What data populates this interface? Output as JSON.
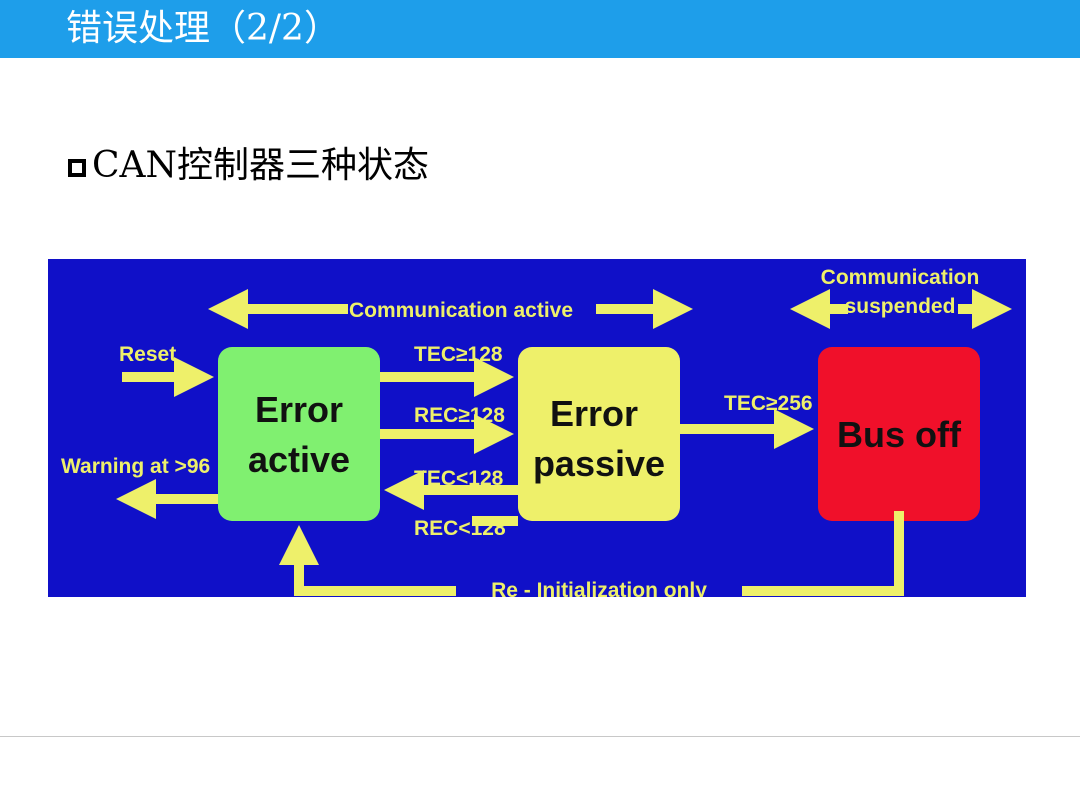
{
  "slide": {
    "title": "错误处理（2/2）",
    "bullet": "CAN控制器三种状态"
  },
  "diagram": {
    "background_color": "#1010c8",
    "arrow_color": "#eef06a",
    "states": {
      "error_active": {
        "line1": "Error",
        "line2": "active",
        "color": "#80f070"
      },
      "error_passive": {
        "line1": "Error",
        "line2": "passive",
        "color": "#eef06a"
      },
      "bus_off": {
        "label": "Bus off",
        "color": "#f0102a"
      }
    },
    "labels": {
      "communication_active": "Communication active",
      "communication_suspended_line1": "Communication",
      "communication_suspended_line2": "suspended",
      "reset": "Reset",
      "warning": "Warning at >96",
      "tec_ge_128": "TEC≥128",
      "rec_ge_128": "REC≥128",
      "tec_lt_128": "TEC<128",
      "rec_lt_128": "REC<128",
      "tec_ge_256": "TEC≥256",
      "reinit": "Re - Initialization only"
    }
  }
}
